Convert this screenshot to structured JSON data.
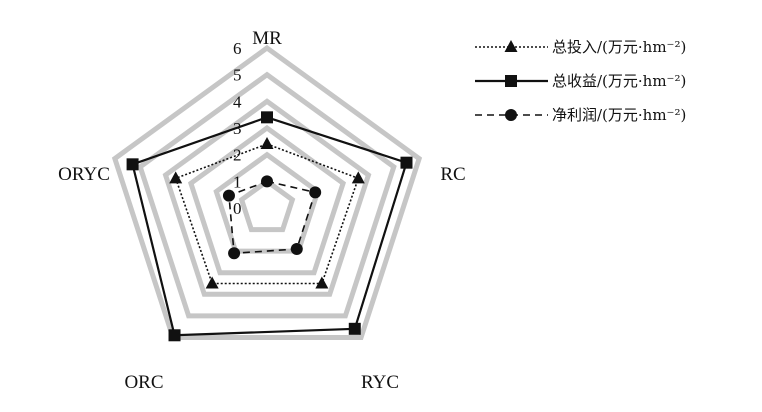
{
  "chart_data": {
    "type": "radar",
    "axes": [
      "MR",
      "RC",
      "RYC",
      "ORC",
      "ORYC"
    ],
    "rlim": [
      0,
      6
    ],
    "ticks": [
      "0",
      "1",
      "2",
      "3",
      "4",
      "5",
      "6"
    ],
    "grid": true,
    "legend_position": "top-right",
    "series": [
      {
        "name": "总投入/(万元·hm⁻²)",
        "values": [
          2.4,
          3.6,
          3.5,
          3.5,
          3.6
        ],
        "marker": "triangle",
        "line": "dotted",
        "color": "#111111"
      },
      {
        "name": "总收益/(万元·hm⁻²)",
        "values": [
          3.4,
          5.5,
          5.6,
          5.9,
          5.3
        ],
        "marker": "square",
        "line": "solid",
        "color": "#111111"
      },
      {
        "name": "净利润/(万元·hm⁻²)",
        "values": [
          1.0,
          1.9,
          1.9,
          2.1,
          1.5
        ],
        "marker": "circle",
        "line": "dashed",
        "color": "#111111"
      }
    ]
  }
}
